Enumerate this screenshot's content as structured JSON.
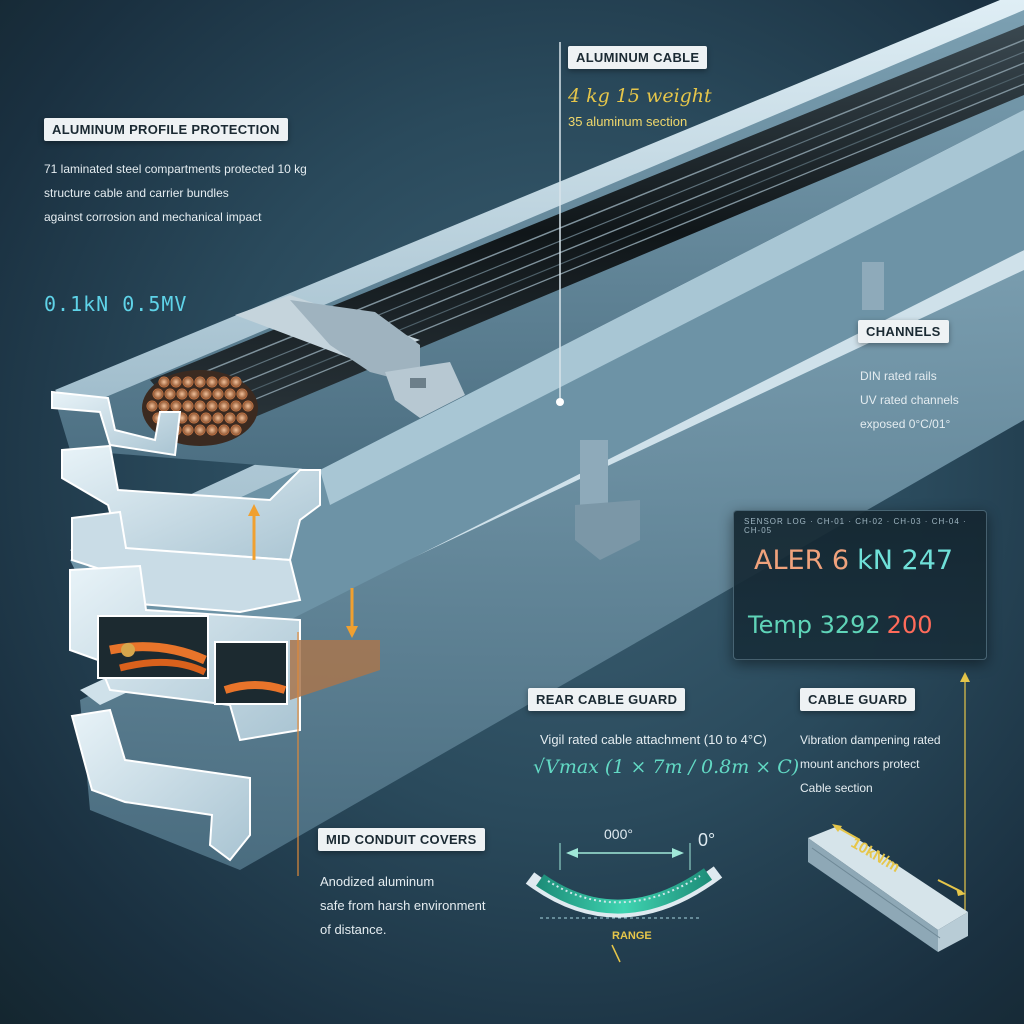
{
  "title_tag": "ALUMINUM PROFILE PROTECTION",
  "intro_lines": [
    "71 laminated steel compartments protected 10 kg",
    "structure cable and carrier bundles",
    "against corrosion and mechanical impact"
  ],
  "spec_tag": "ALUMINUM CABLE",
  "spec_weight": "4 kg 15 weight",
  "spec_sub": "35 aluminum section",
  "left_spec": "0.1kN 0.5MV",
  "channels_tag": "CHANNELS",
  "channels_lines": [
    "DIN rated rails",
    "UV rated channels",
    "exposed 0°C/01°"
  ],
  "panel": {
    "header": "SENSOR LOG  ·  CH-01  ·  CH-02  ·  CH-03  ·  CH-04  ·  CH-05",
    "alert_label": "ALER 6",
    "alert_value": "kN 247",
    "reading_value": "Temp 3292",
    "reading_alarm": "200"
  },
  "rear_tag": "REAR CABLE GUARD",
  "rear_line": "Vigil rated cable attachment (10 to 4°C)",
  "formula": "√Vmax (1 × 7m / 0.8m × C)",
  "cable_tag": "CABLE GUARD",
  "cable_lines": [
    "Vibration dampening rated",
    "mount anchors protect",
    "Cable section"
  ],
  "mid_tag": "MID CONDUIT COVERS",
  "mid_lines": [
    "Anodized aluminum",
    "safe from harsh environment",
    "of distance."
  ],
  "dim_left": "000°",
  "dim_right": "0°",
  "curve_label": "RANGE",
  "rail_label": "10kN/m",
  "colors": {
    "accent_yellow": "#e6c64a",
    "accent_cyan": "#5fd3e8",
    "copper": "#c9794a",
    "orange_wire": "#e8742a",
    "aluminum": "#b8d0dc"
  }
}
